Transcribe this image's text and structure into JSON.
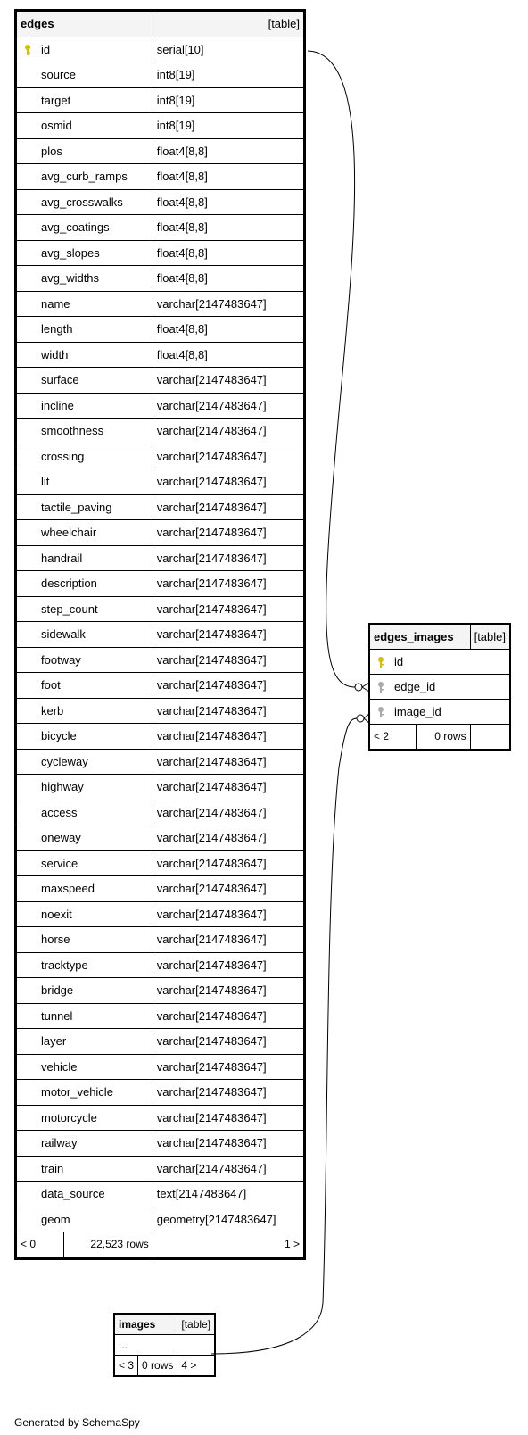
{
  "edges_table": {
    "name": "edges",
    "kind": "[table]",
    "columns": [
      {
        "name": "id",
        "type": "serial[10]",
        "pk": true
      },
      {
        "name": "source",
        "type": "int8[19]"
      },
      {
        "name": "target",
        "type": "int8[19]"
      },
      {
        "name": "osmid",
        "type": "int8[19]"
      },
      {
        "name": "plos",
        "type": "float4[8,8]"
      },
      {
        "name": "avg_curb_ramps",
        "type": "float4[8,8]"
      },
      {
        "name": "avg_crosswalks",
        "type": "float4[8,8]"
      },
      {
        "name": "avg_coatings",
        "type": "float4[8,8]"
      },
      {
        "name": "avg_slopes",
        "type": "float4[8,8]"
      },
      {
        "name": "avg_widths",
        "type": "float4[8,8]"
      },
      {
        "name": "name",
        "type": "varchar[2147483647]"
      },
      {
        "name": "length",
        "type": "float4[8,8]"
      },
      {
        "name": "width",
        "type": "float4[8,8]"
      },
      {
        "name": "surface",
        "type": "varchar[2147483647]"
      },
      {
        "name": "incline",
        "type": "varchar[2147483647]"
      },
      {
        "name": "smoothness",
        "type": "varchar[2147483647]"
      },
      {
        "name": "crossing",
        "type": "varchar[2147483647]"
      },
      {
        "name": "lit",
        "type": "varchar[2147483647]"
      },
      {
        "name": "tactile_paving",
        "type": "varchar[2147483647]"
      },
      {
        "name": "wheelchair",
        "type": "varchar[2147483647]"
      },
      {
        "name": "handrail",
        "type": "varchar[2147483647]"
      },
      {
        "name": "description",
        "type": "varchar[2147483647]"
      },
      {
        "name": "step_count",
        "type": "varchar[2147483647]"
      },
      {
        "name": "sidewalk",
        "type": "varchar[2147483647]"
      },
      {
        "name": "footway",
        "type": "varchar[2147483647]"
      },
      {
        "name": "foot",
        "type": "varchar[2147483647]"
      },
      {
        "name": "kerb",
        "type": "varchar[2147483647]"
      },
      {
        "name": "bicycle",
        "type": "varchar[2147483647]"
      },
      {
        "name": "cycleway",
        "type": "varchar[2147483647]"
      },
      {
        "name": "highway",
        "type": "varchar[2147483647]"
      },
      {
        "name": "access",
        "type": "varchar[2147483647]"
      },
      {
        "name": "oneway",
        "type": "varchar[2147483647]"
      },
      {
        "name": "service",
        "type": "varchar[2147483647]"
      },
      {
        "name": "maxspeed",
        "type": "varchar[2147483647]"
      },
      {
        "name": "noexit",
        "type": "varchar[2147483647]"
      },
      {
        "name": "horse",
        "type": "varchar[2147483647]"
      },
      {
        "name": "tracktype",
        "type": "varchar[2147483647]"
      },
      {
        "name": "bridge",
        "type": "varchar[2147483647]"
      },
      {
        "name": "tunnel",
        "type": "varchar[2147483647]"
      },
      {
        "name": "layer",
        "type": "varchar[2147483647]"
      },
      {
        "name": "vehicle",
        "type": "varchar[2147483647]"
      },
      {
        "name": "motor_vehicle",
        "type": "varchar[2147483647]"
      },
      {
        "name": "motorcycle",
        "type": "varchar[2147483647]"
      },
      {
        "name": "railway",
        "type": "varchar[2147483647]"
      },
      {
        "name": "train",
        "type": "varchar[2147483647]"
      },
      {
        "name": "data_source",
        "type": "text[2147483647]"
      },
      {
        "name": "geom",
        "type": "geometry[2147483647]"
      }
    ],
    "footer": {
      "parents": "< 0",
      "rows": "22,523 rows",
      "children": "1 >"
    }
  },
  "edges_images_table": {
    "name": "edges_images",
    "kind": "[table]",
    "columns": [
      {
        "name": "id",
        "pk": true
      },
      {
        "name": "edge_id",
        "fk": true
      },
      {
        "name": "image_id",
        "fk": true
      }
    ],
    "footer": {
      "parents": "< 2",
      "rows": "0 rows",
      "children": ""
    }
  },
  "images_table": {
    "name": "images",
    "kind": "[table]",
    "ellipsis": "...",
    "footer": {
      "parents": "< 3",
      "rows": "0 rows",
      "children": "4 >"
    }
  },
  "generated_by": "Generated by SchemaSpy",
  "colors": {
    "pk_key": "#d4c000",
    "fk_key": "#aaaaaa",
    "header_bg": "#f4f4f4"
  }
}
